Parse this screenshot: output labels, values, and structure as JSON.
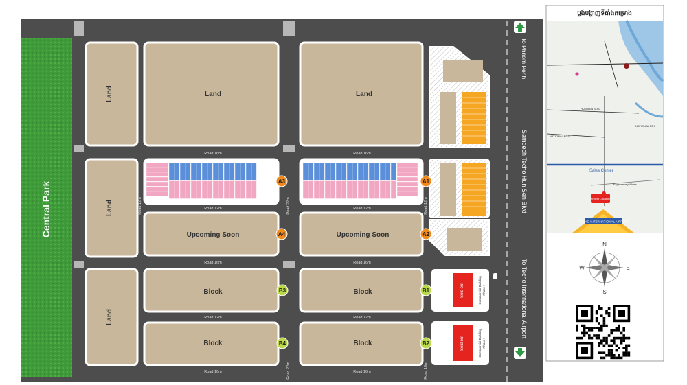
{
  "map": {
    "park_label": "Central Park",
    "blocks": {
      "land": "Land",
      "upcoming": "Upcoming Soon",
      "block": "Block",
      "sold_out": "Sold out",
      "commercial": "Commercial Building",
      "phase": "Phase I"
    },
    "roads": {
      "r16": "Road 16m",
      "r12": "Road 12m",
      "r22": "Road 22m",
      "r10": "Road 10m"
    },
    "markers": [
      "A3",
      "A4",
      "A1",
      "A2",
      "B3",
      "B1",
      "B4",
      "B2"
    ],
    "boulevard": "Samdech Techo Hun Sen Blvd",
    "to_phnom_penh": "To Phnom Penh",
    "to_airport": "To Techo International Airport",
    "colors": {
      "land": "#c8b79a",
      "road": "#4d4d4d",
      "park": "#3f9a3a",
      "pink": "#f1a6c2",
      "blue": "#5b8fd9",
      "orange_lot": "#f5a623",
      "marker_orange": "#f08a1c",
      "marker_green": "#b9d84a",
      "sold": "#e52420",
      "arrow_green": "#2f9a44"
    }
  },
  "panel": {
    "title": "ប្លង់បង្ហាញទីតាំងគម្រោង",
    "location_labels": {
      "sales_center": "Sales Center",
      "national_road_3": "NATIONAL RD3",
      "national_road_7": "NATIONAL RD7",
      "hun_sen_blvd": "HUN SEN BLVD",
      "expressway": "Expressway 4 lane",
      "airport": "TECHO INTERNATIONAL AIRPORT",
      "project_location": "Project Location"
    },
    "compass": {
      "n": "N",
      "s": "S",
      "e": "E",
      "w": "W"
    }
  }
}
